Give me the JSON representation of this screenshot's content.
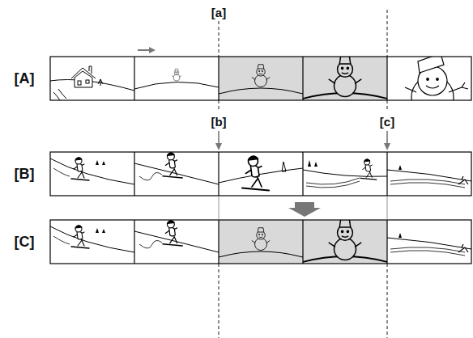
{
  "diagram": {
    "labels": [
      "[a]",
      "[A]",
      "[b]",
      "[c]",
      "[B]",
      "[C]"
    ]
  }
}
